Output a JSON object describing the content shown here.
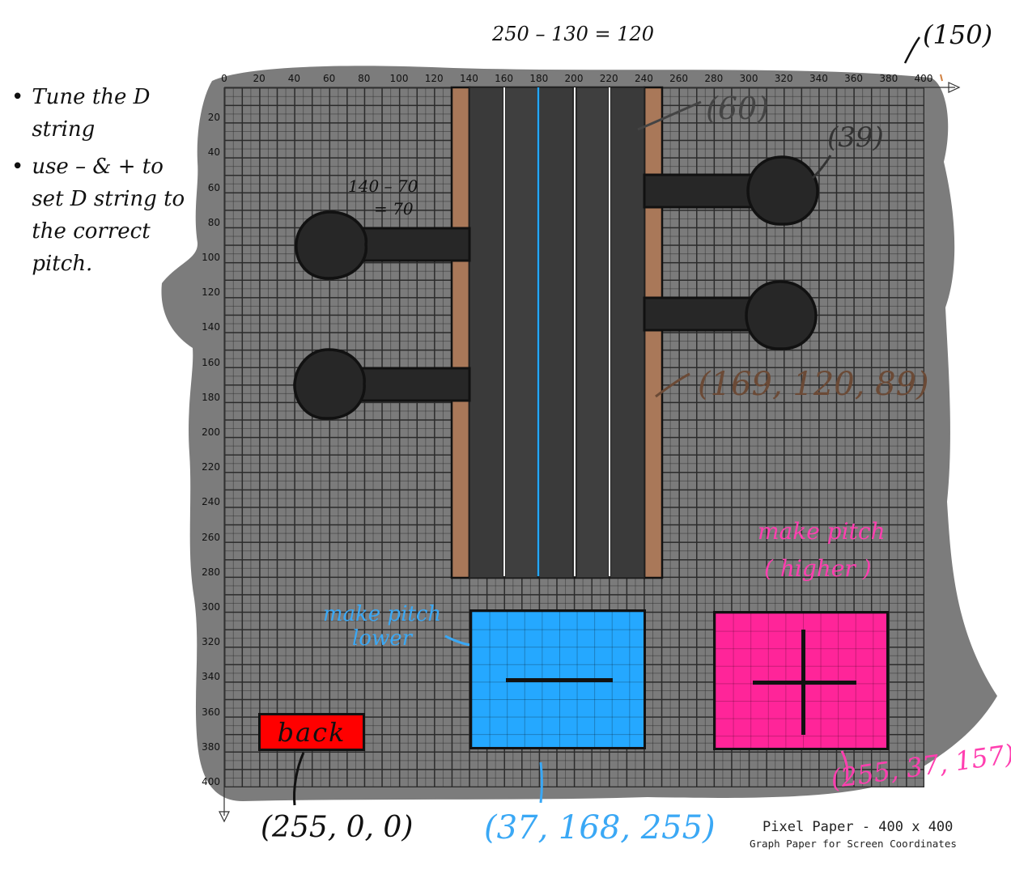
{
  "instructions": {
    "items": [
      "Tune the D string",
      "use – & + to set D string to the correct pitch."
    ]
  },
  "axes": {
    "x_ticks": [
      "0",
      "20",
      "40",
      "60",
      "80",
      "100",
      "120",
      "140",
      "160",
      "180",
      "200",
      "220",
      "240",
      "260",
      "280",
      "300",
      "320",
      "340",
      "360",
      "380",
      "400"
    ],
    "y_ticks": [
      "20",
      "40",
      "60",
      "80",
      "100",
      "120",
      "140",
      "160",
      "180",
      "200",
      "220",
      "240",
      "260",
      "280",
      "300",
      "320",
      "340",
      "360",
      "380",
      "400"
    ]
  },
  "annotations": {
    "top_calc": "250 – 130 = 120",
    "top_right": "(150)",
    "fingerboard_gray": "(60)",
    "peg_gray": "(39)",
    "peg_calc_line1": "140 – 70",
    "peg_calc_line2": "= 70",
    "wood_color": "(169, 120, 89)",
    "minus_note": "make pitch lower",
    "minus_color": "(37, 168, 255)",
    "plus_note_line1": "make pitch",
    "plus_note_line2": "( higher )",
    "plus_color": "(255, 37, 157)",
    "back_color": "(255, 0, 0)"
  },
  "buttons": {
    "back_label": "back",
    "minus_symbol": "–",
    "plus_symbol": "+"
  },
  "footer": {
    "title": "Pixel Paper - 400 x 400",
    "subtitle": "Graph Paper for Screen Coordinates"
  },
  "colors": {
    "wood": "#a97859",
    "fingerboard": "#3c3c3c",
    "peg": "#272727",
    "d_string": "#25a8ff",
    "minus_button": "#25a8ff",
    "plus_button": "#ff2599",
    "back_button": "#ff0000",
    "pink_ink": "#ff3fb0",
    "blue_ink": "#3aa8f5",
    "brown_ink": "#6b4a36"
  }
}
